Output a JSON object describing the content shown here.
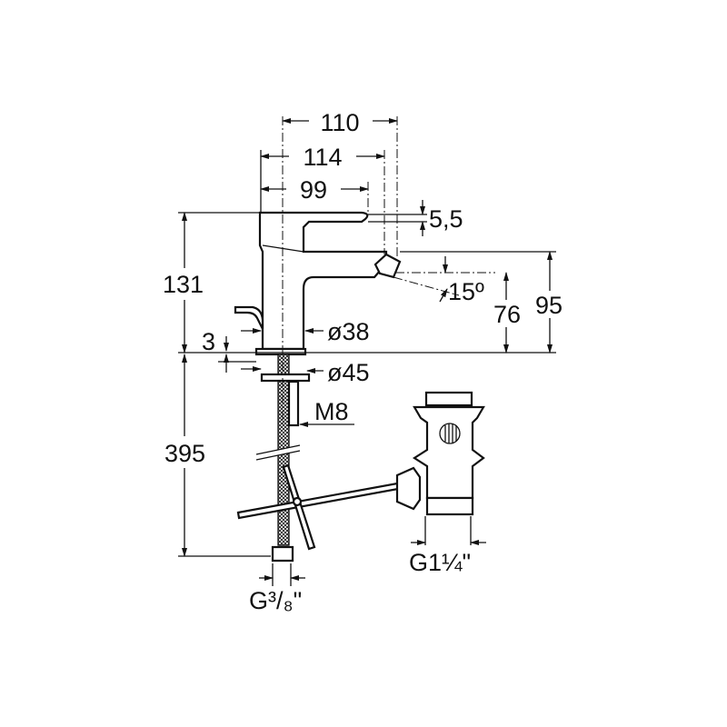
{
  "title": "Bidet mixer dimension drawing",
  "dimensions": {
    "d110": "110",
    "d114": "114",
    "d99": "99",
    "d5_5": "5,5",
    "d131": "131",
    "d15": "15º",
    "d76": "76",
    "d95": "95",
    "dia38": "ø38",
    "d3": "3",
    "dia45": "ø45",
    "m8": "M8",
    "d395": "395",
    "g114": "G1¼\"",
    "g38": "G³/₈\""
  }
}
